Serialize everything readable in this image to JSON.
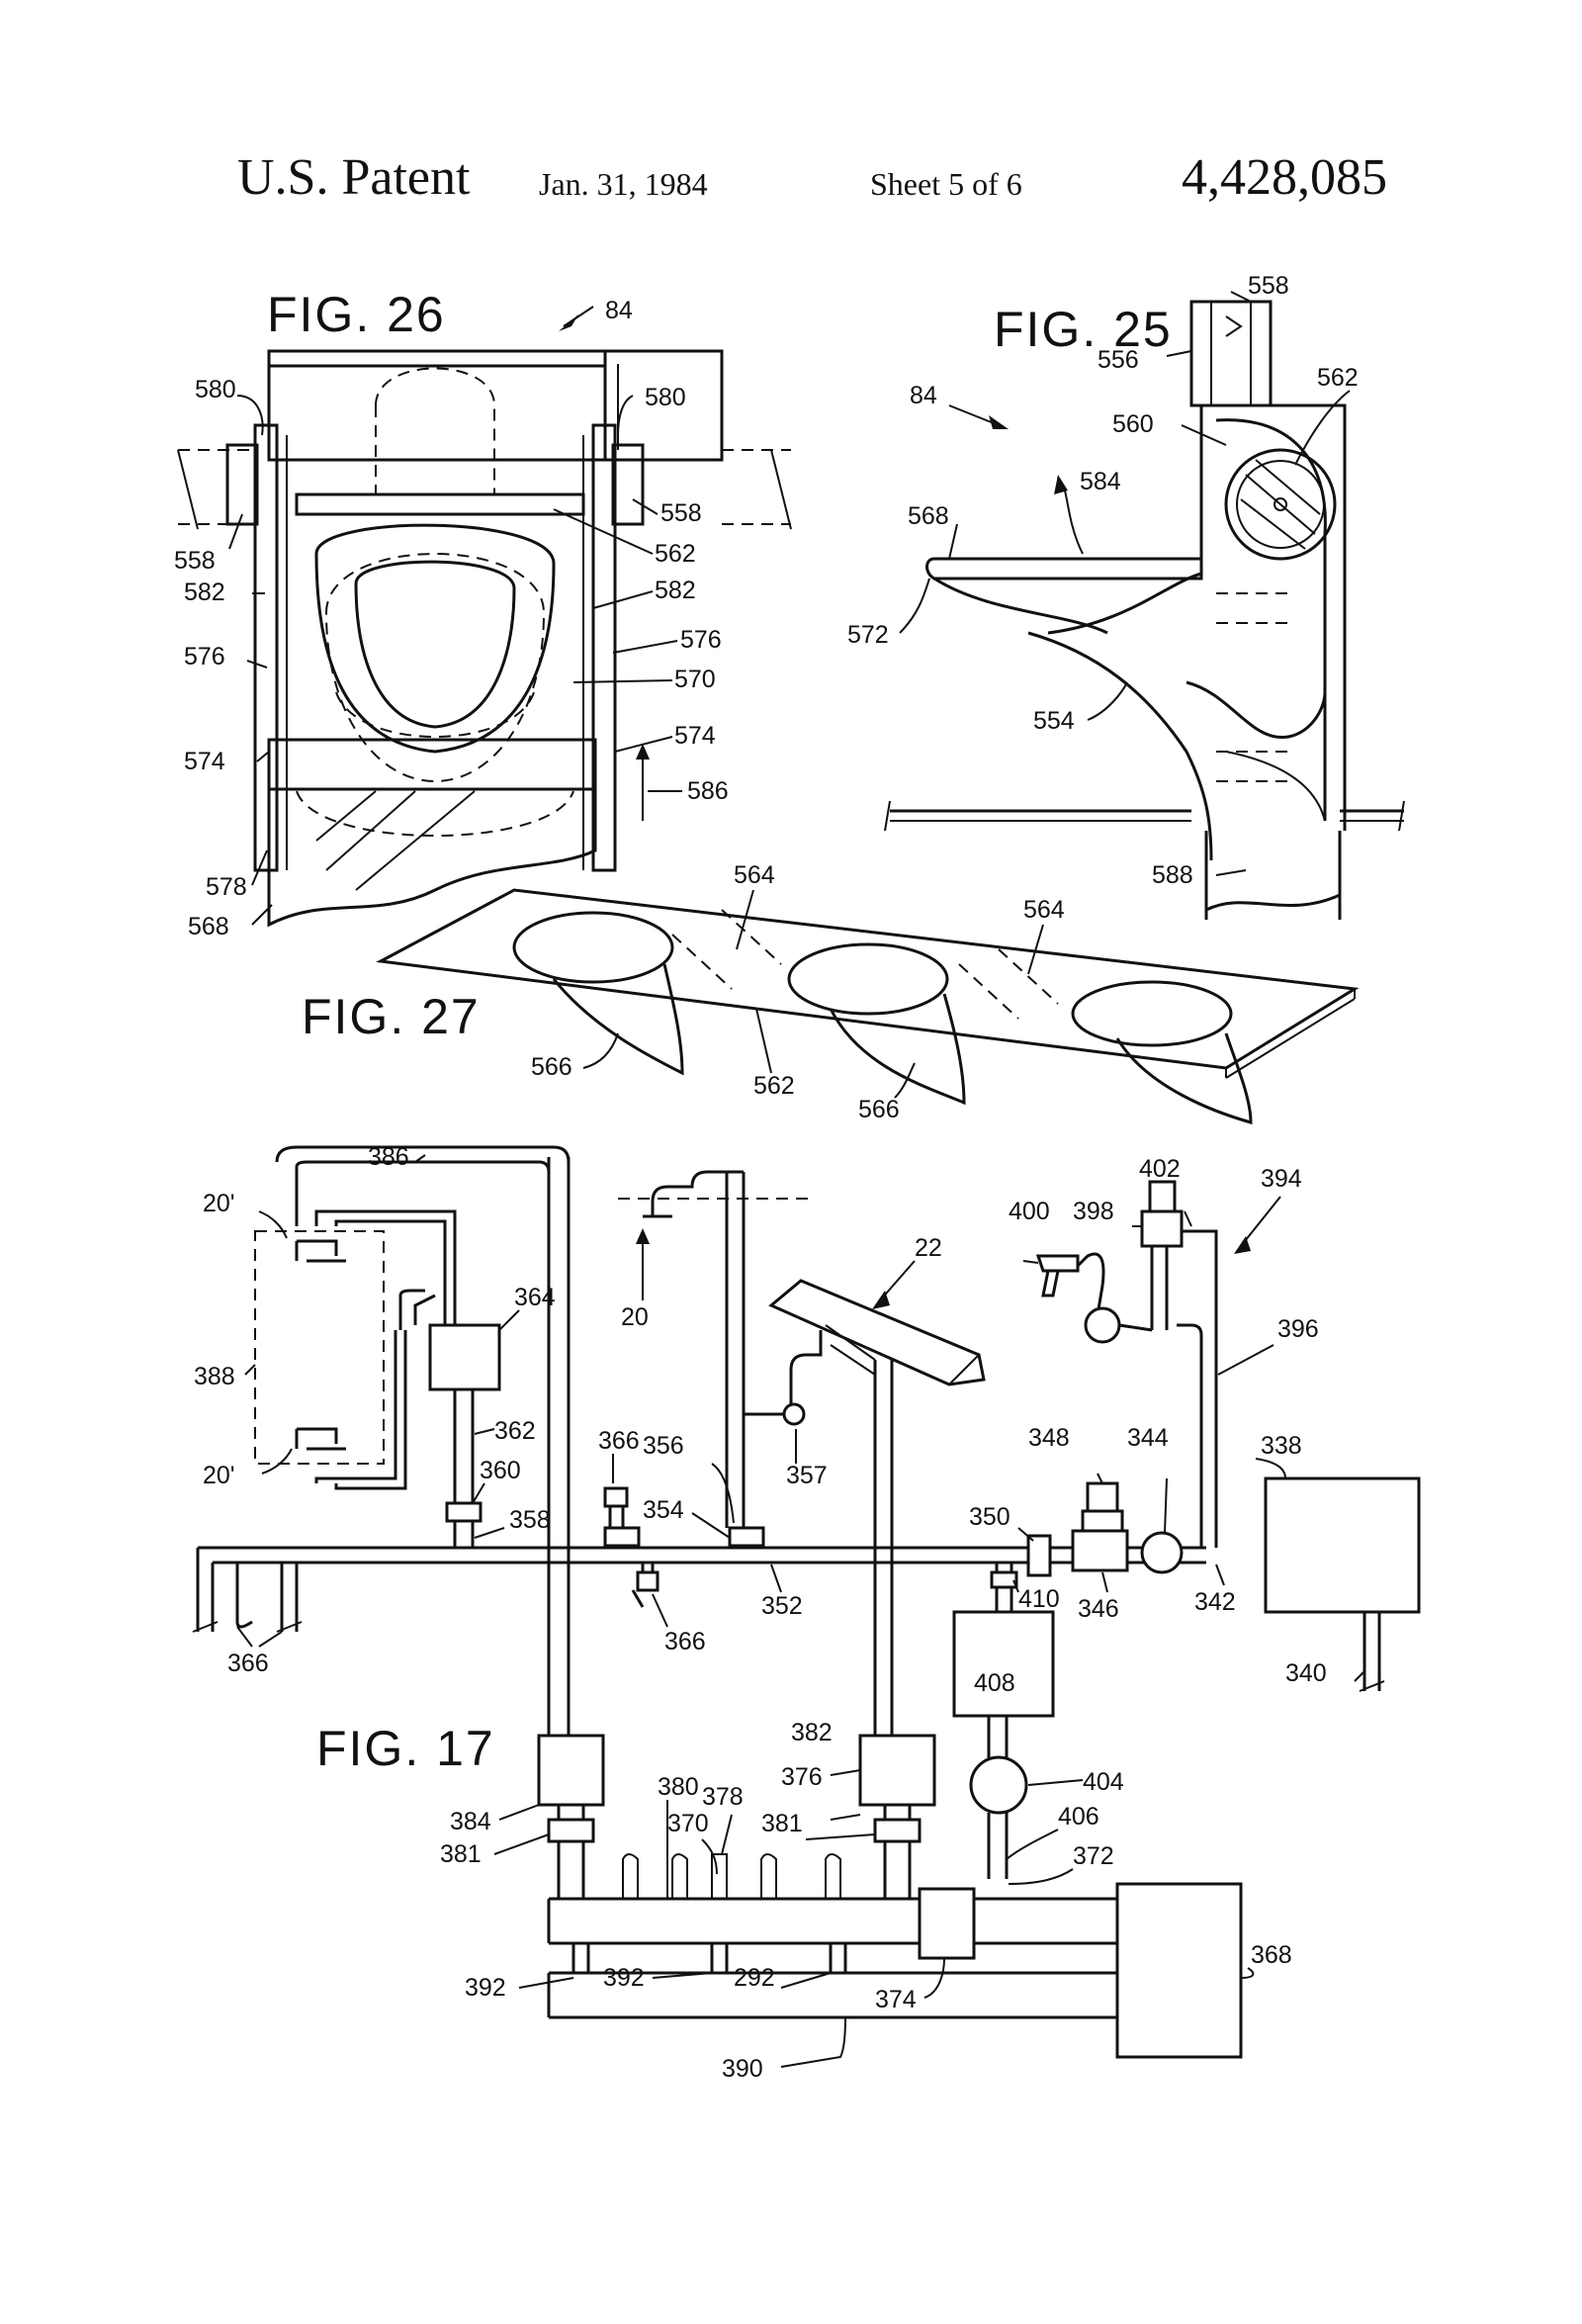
{
  "header": {
    "title": "U.S. Patent",
    "date": "Jan. 31, 1984",
    "sheet": "Sheet 5 of 6",
    "patent_number": "4,428,085"
  },
  "figures": {
    "fig26": {
      "title": "FIG. 26",
      "labels": {
        "l84": "84",
        "l580a": "580",
        "l580b": "580",
        "l558a": "558",
        "l558b": "558",
        "l562": "562",
        "l582a": "582",
        "l582b": "582",
        "l576a": "576",
        "l576b": "576",
        "l570": "570",
        "l574a": "574",
        "l574b": "574",
        "l586": "586",
        "l578": "578",
        "l568": "568"
      }
    },
    "fig25": {
      "title": "FIG. 25",
      "labels": {
        "l558": "558",
        "l556": "556",
        "l562": "562",
        "l84": "84",
        "l560": "560",
        "l584": "584",
        "l568": "568",
        "l572": "572",
        "l554": "554",
        "l588": "588"
      }
    },
    "fig27": {
      "title": "FIG. 27",
      "labels": {
        "l564a": "564",
        "l564b": "564",
        "l566a": "566",
        "l562": "562",
        "l566b": "566"
      }
    },
    "fig17": {
      "title": "FIG. 17",
      "labels": {
        "l386": "386",
        "l20a": "20'",
        "l364": "364",
        "l388": "388",
        "l362": "362",
        "l20b": "20'",
        "l360": "360",
        "l358": "358",
        "l20": "20",
        "l22": "22",
        "l366a": "366",
        "l356": "356",
        "l357": "357",
        "l354": "354",
        "l366b": "366",
        "l352": "352",
        "l366c": "366",
        "l400": "400",
        "l398": "398",
        "l402": "402",
        "l394": "394",
        "l396": "396",
        "l348": "348",
        "l344": "344",
        "l338": "338",
        "l350": "350",
        "l346": "346",
        "l342": "342",
        "l410": "410",
        "l408": "408",
        "l340": "340",
        "l382": "382",
        "l404": "404",
        "l384": "384",
        "l380": "380",
        "l378": "378",
        "l376": "376",
        "l370": "370",
        "l381a": "381",
        "l381b": "381",
        "l406": "406",
        "l372": "372",
        "l368": "368",
        "l392a": "392",
        "l392b": "392",
        "l292": "292",
        "l374": "374",
        "l390": "390"
      }
    }
  }
}
